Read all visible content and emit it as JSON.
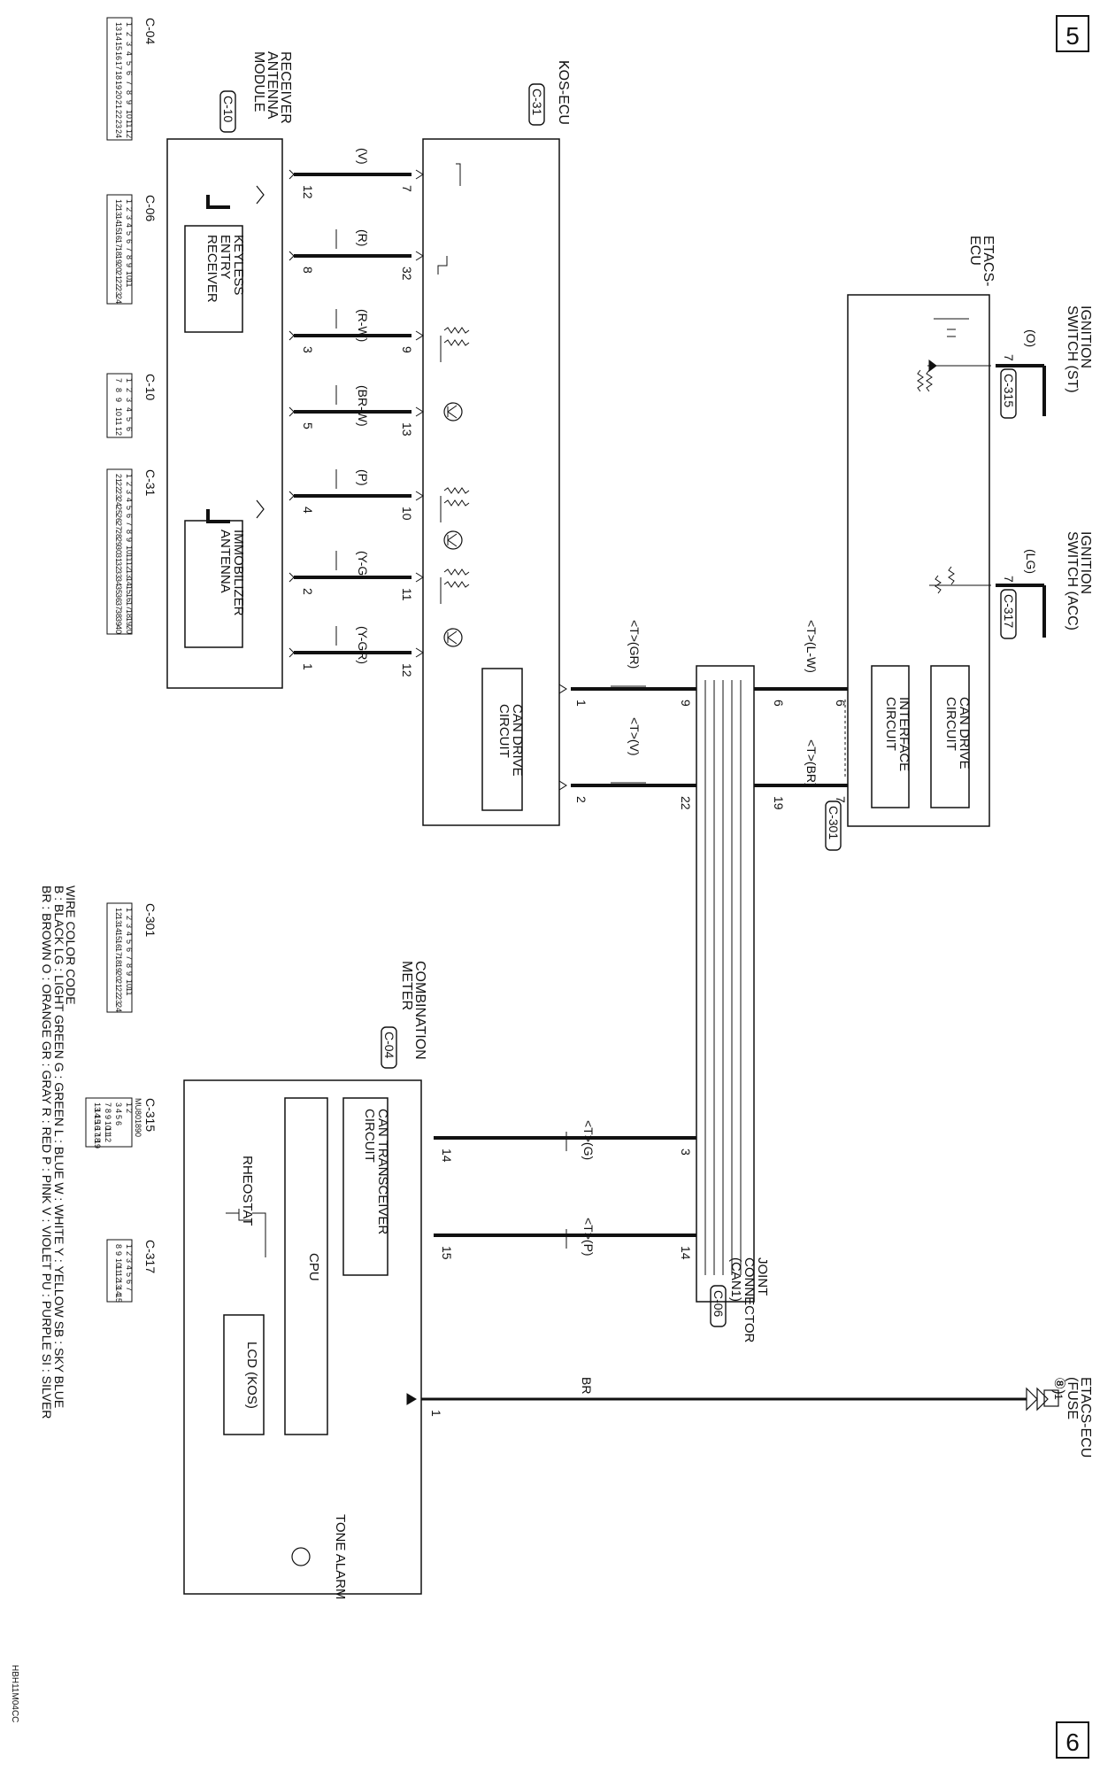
{
  "page_numbers": {
    "top": "5",
    "bottom": "6"
  },
  "figure_code": "HBH11M04CC",
  "wire_color_code": {
    "title": "WIRE COLOR CODE",
    "rows": [
      "B : BLACK    LG : LIGHT GREEN    G : GREEN    L : BLUE    W : WHITE    Y : YELLOW    SB : SKY BLUE",
      "BR : BROWN    O : ORANGE    GR : GRAY    R : RED    P : PINK    V : VIOLET    PU : PURPLE    SI : SILVER"
    ]
  },
  "components": {
    "kos_ecu": {
      "name": "KOS-ECU",
      "connector": "C-31"
    },
    "receiver": {
      "name_lines": [
        "RECEIVER",
        "ANTENNA",
        "MODULE"
      ],
      "connector": "C-10"
    },
    "keyless": {
      "lines": [
        "KEYLESS",
        "ENTRY",
        "RECEIVER"
      ]
    },
    "immobilizer": {
      "lines": [
        "IMMOBILIZER",
        "ANTENNA"
      ]
    },
    "etacs": {
      "lines": [
        "ETACS-",
        "ECU"
      ]
    },
    "ign_st": {
      "lines": [
        "IGNITION",
        "SWITCH (ST)"
      ],
      "wire": "(O)",
      "pin": "7",
      "connector": "C-315"
    },
    "ign_acc": {
      "lines": [
        "IGNITION",
        "SWITCH (ACC)"
      ],
      "wire": "(LG)",
      "pin": "7",
      "connector": "C-317"
    },
    "can_drive_kos": {
      "lines": [
        "CAN DRIVE",
        "CIRCUIT"
      ]
    },
    "can_drive_etacs": {
      "lines": [
        "CAN DRIVE",
        "CIRCUIT"
      ]
    },
    "interface": {
      "lines": [
        "INTERFACE",
        "CIRCUIT"
      ]
    },
    "joint": {
      "lines": [
        "JOINT",
        "CONNECTOR",
        "(CAN1)"
      ],
      "connector": "C-06"
    },
    "combination": {
      "lines": [
        "COMBINATION",
        "METER"
      ],
      "connector": "C-04"
    },
    "can_transceiver": {
      "lines": [
        "CAN TRANSCEIVER",
        "CIRCUIT"
      ]
    },
    "cpu": "CPU",
    "lcd": "LCD (KOS)",
    "rheostat": "RHEOSTAT",
    "tone_alarm": "TONE ALARM",
    "etacs_fuse": {
      "lines": [
        "ETACS-ECU",
        "(FUSE",
        "⑧)"
      ],
      "fuse_no": "1"
    },
    "etacs_connector": "C-301"
  },
  "kos_receiver_wires": [
    {
      "kos_pin": "7",
      "rcv_pin": "12",
      "color": "(V)"
    },
    {
      "kos_pin": "32",
      "rcv_pin": "8",
      "color": "(R)"
    },
    {
      "kos_pin": "9",
      "rcv_pin": "3",
      "color": "(R-W)"
    },
    {
      "kos_pin": "13",
      "rcv_pin": "5",
      "color": "(BR-W)"
    },
    {
      "kos_pin": "10",
      "rcv_pin": "4",
      "color": "(P)"
    },
    {
      "kos_pin": "11",
      "rcv_pin": "2",
      "color": "(Y-G)"
    },
    {
      "kos_pin": "12",
      "rcv_pin": "1",
      "color": "(Y-GR)"
    }
  ],
  "can_wires": {
    "kos_high": {
      "kos_pin": "1",
      "joint_pin": "9",
      "label": "<T>(GR)"
    },
    "kos_low": {
      "kos_pin": "2",
      "joint_pin": "22",
      "label": "<T>(V)"
    },
    "etacs_high": {
      "etacs_pin": "6",
      "joint_pin": "6",
      "label": "<T>(L-W)"
    },
    "etacs_low": {
      "etacs_pin": "7",
      "joint_pin": "19",
      "label": "<T>(BR)"
    },
    "meter_high": {
      "meter_pin": "14",
      "joint_pin": "3",
      "label": "<T>(G)"
    },
    "meter_low": {
      "meter_pin": "15",
      "joint_pin": "14",
      "label": "<T>(P)"
    }
  },
  "power_wire": {
    "color": "BR",
    "pin": "1"
  },
  "connectors": [
    {
      "name": "C-04",
      "rows": [
        [
          "1",
          "2",
          "3",
          "4",
          "5",
          "6",
          "7",
          "8",
          "9",
          "10",
          "11",
          "12"
        ],
        [
          "13",
          "14",
          "15",
          "16",
          "17",
          "18",
          "19",
          "20",
          "21",
          "22",
          "23",
          "24"
        ]
      ]
    },
    {
      "name": "C-06",
      "rows": [
        [
          "1",
          "2",
          "3",
          "4",
          "5",
          "6",
          "7",
          "8",
          "9",
          "10",
          "11"
        ],
        [
          "12",
          "13",
          "14",
          "15",
          "16",
          "17",
          "18",
          "19",
          "20",
          "21",
          "22",
          "23",
          "24"
        ]
      ]
    },
    {
      "name": "C-10",
      "rows": [
        [
          "1",
          "2",
          "3",
          "4",
          "5",
          "6"
        ],
        [
          "7",
          "8",
          "9",
          "10",
          "11",
          "12"
        ]
      ]
    },
    {
      "name": "C-31",
      "rows": [
        [
          "1",
          "2",
          "3",
          "4",
          "5",
          "6",
          "7",
          "8",
          "9",
          "10",
          "11",
          "12",
          "13",
          "14",
          "15",
          "16",
          "17",
          "18",
          "19",
          "20"
        ],
        [
          "21",
          "22",
          "23",
          "24",
          "25",
          "26",
          "27",
          "28",
          "29",
          "30",
          "31",
          "32",
          "33",
          "34",
          "35",
          "36",
          "37",
          "38",
          "39",
          "40"
        ]
      ]
    },
    {
      "name": "C-301",
      "rows": [
        [
          "1",
          "2",
          "3",
          "4",
          "5",
          "6",
          "7",
          "8",
          "9",
          "10",
          "11"
        ],
        [
          "12",
          "13",
          "14",
          "15",
          "16",
          "17",
          "18",
          "19",
          "20",
          "21",
          "22",
          "23",
          "24"
        ]
      ]
    },
    {
      "name": "C-315",
      "code": "MU801890",
      "rows": [
        [
          "1",
          "2"
        ],
        [
          "3",
          "4",
          "5",
          "6"
        ],
        [
          "7",
          "8",
          "9",
          "10",
          "11",
          "12"
        ],
        [
          "13",
          "14",
          "15",
          "16",
          "17",
          "18",
          "19"
        ]
      ]
    },
    {
      "name": "C-317",
      "rows": [
        [
          "1",
          "2",
          "3",
          "4",
          "5",
          "6",
          "7"
        ],
        [
          "8",
          "9",
          "10",
          "11",
          "12",
          "13",
          "14",
          "15"
        ]
      ]
    }
  ]
}
